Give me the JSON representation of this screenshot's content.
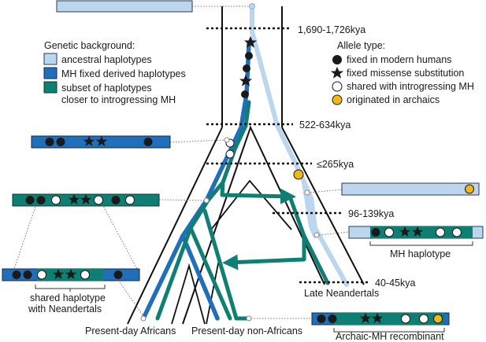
{
  "legend_background": {
    "title": "Genetic background:",
    "items": [
      {
        "label": "ancestral haplotypes",
        "color": "#bcd6ee"
      },
      {
        "label": "MH fixed derived haplotypes",
        "color": "#1f6fba"
      },
      {
        "label": "subset of haplotypes",
        "color": "#0f7f73"
      }
    ],
    "item3_line2": "closer to introgressing MH"
  },
  "legend_allele": {
    "title": "Allele type:",
    "items": [
      {
        "label": "fixed in modern humans",
        "icon": "black-circle-icon"
      },
      {
        "label": "fixed missense substitution",
        "icon": "black-star-icon"
      },
      {
        "label": "shared with introgressing MH",
        "icon": "white-circle-icon"
      },
      {
        "label": "originated in archaics",
        "icon": "yellow-circle-icon",
        "color": "#f2b817"
      }
    ]
  },
  "time_labels": {
    "t1": "1,690-1,726kya",
    "t2": "522-634kya",
    "t3": "≤265kya",
    "t4": "96-139kya",
    "t5": "40-45kya"
  },
  "labels": {
    "present_day_africans": "Present-day Africans",
    "present_day_non_africans": "Present-day non-Africans",
    "late_neandertals": "Late Neandertals",
    "mh_haplotype": "MH haplotype",
    "shared_haplotype_line1": "shared haplotype",
    "shared_haplotype_line2": "with Neandertals",
    "archaic_mh_recombinant": "Archaic-MH recombinant"
  },
  "colors": {
    "ancestral": "#bcd6ee",
    "mh_derived": "#1f6fba",
    "introgressing": "#0f7f73",
    "archaic_allele": "#f2b817"
  }
}
